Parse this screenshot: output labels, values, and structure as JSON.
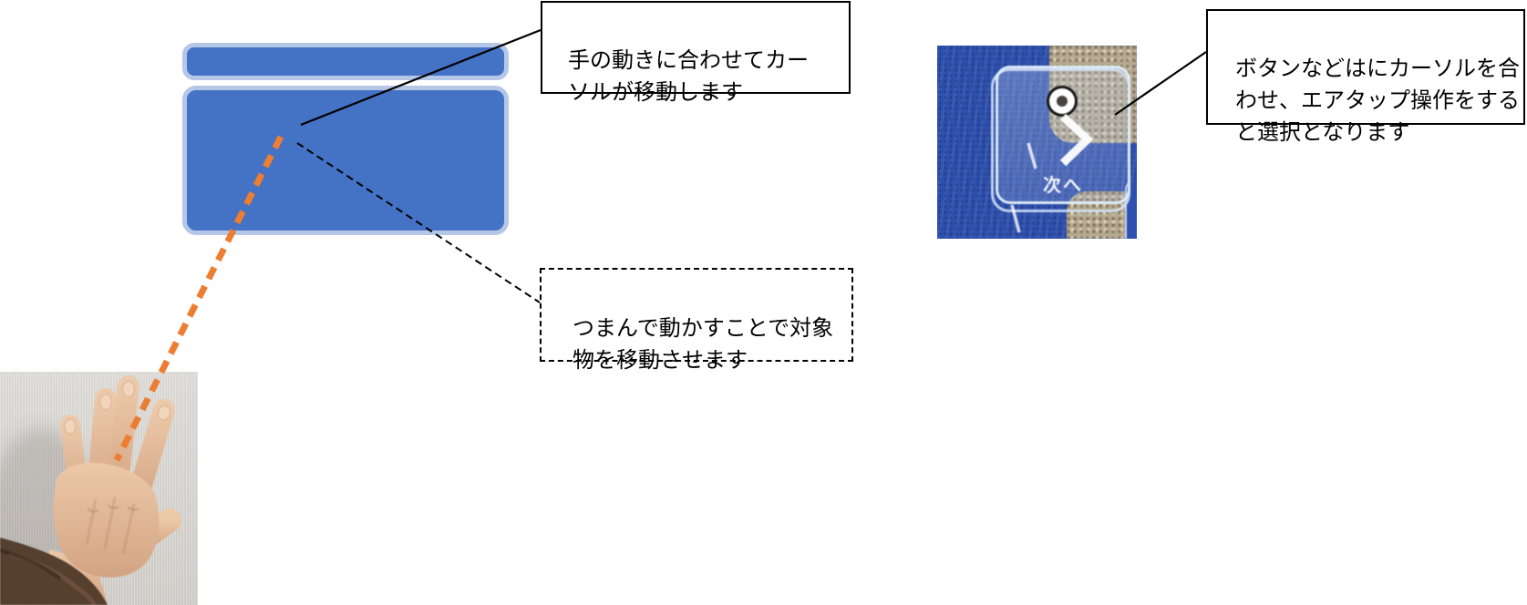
{
  "colors": {
    "accent-blue": "#4472C4",
    "accent-blue-light": "#B4C7E7",
    "accent-orange": "#ED7D31",
    "line-black": "#000000",
    "panel-blue": "#2E50AE",
    "wall-beige": "#B5A98F",
    "wall-gray": "#DAD8D4",
    "hand-skin": "#DDB293",
    "sleeve-brown": "#55402F"
  },
  "callouts": {
    "move_cursor": {
      "text": "手の動きに合わせてカー\nソルが移動します",
      "border": "solid"
    },
    "pinch_move": {
      "text": "つまんで動かすことで対象\n物を移動させます",
      "border": "dashed"
    },
    "air_tap": {
      "text": "ボタンなどはにカーソルを合\nわせ、エアタップ操作をする\nと選択となります",
      "border": "solid"
    }
  },
  "hologram_photo": {
    "button_label": "次へ",
    "icons": {
      "gaze_cursor": "gaze-ring-cursor",
      "chevron": "chevron-right"
    }
  }
}
